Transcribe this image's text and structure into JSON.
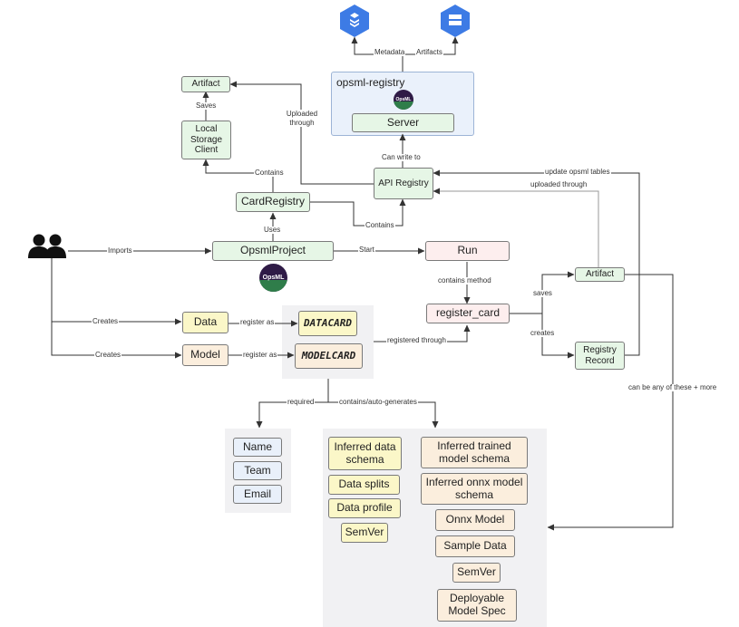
{
  "registry": {
    "title": "opsml-registry",
    "server": "Server",
    "metadata_label": "Metadata",
    "artifacts_label": "Artifacts",
    "logo_text": "OpsML"
  },
  "nodes": {
    "artifact_top": "Artifact",
    "local_storage": "Local Storage Client",
    "card_registry": "CardRegistry",
    "api_registry": "API Registry",
    "opsml_project": "OpsmlProject",
    "run": "Run",
    "register_card": "register_card",
    "artifact_right": "Artifact",
    "registry_record": "Registry Record",
    "data": "Data",
    "model": "Model",
    "datacard": "DATACARD",
    "modelcard": "MODELCARD"
  },
  "required_fields": [
    "Name",
    "Team",
    "Email"
  ],
  "data_generated": [
    "Inferred data schema",
    "Data splits",
    "Data profile",
    "SemVer"
  ],
  "model_generated": [
    "Inferred trained model schema",
    "Inferred onnx model schema",
    "Onnx Model",
    "Sample Data",
    "SemVer",
    "Deployable Model Spec"
  ],
  "edge_labels": {
    "saves_top": "Saves",
    "uploaded_through_left": "Uploaded through",
    "can_write_to": "Can write to",
    "contains_top": "Contains",
    "contains_bottom": "Contains",
    "uses": "Uses",
    "imports": "Imports",
    "start": "Start",
    "contains_method": "contains method",
    "update_opsml_tables": "update opsml tables",
    "uploaded_through_right": "uploaded through",
    "saves_right": "saves",
    "creates_right": "creates",
    "creates_data": "Creates",
    "creates_model": "Creates",
    "register_as_data": "register as",
    "register_as_model": "register as",
    "registered_through": "registered through",
    "required": "required",
    "contains_auto_generates": "contains/auto-generates",
    "can_be_any": "can be any of these + more"
  },
  "colors": {
    "node_green": "#e6f6e6",
    "node_pink": "#fdeeee",
    "node_yellow": "#fbf7c8",
    "node_orange": "#fbeedd",
    "node_blue": "#e9f0fa",
    "registry_panel": "#eaf1fb",
    "gray_panel": "#f1f1f3",
    "cloud_icon_blue": "#3d7be5",
    "logo_purple": "#2f1b46",
    "logo_green": "#2f7d4a"
  },
  "icons": {
    "metadata": "database-stack-icon",
    "artifacts": "storage-drive-icon",
    "users": "users-group-icon",
    "logo": "opsml-logo"
  }
}
